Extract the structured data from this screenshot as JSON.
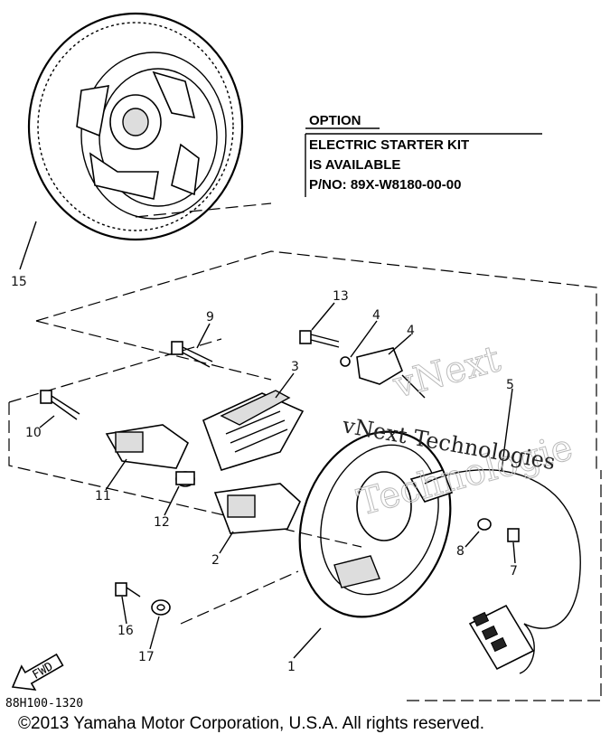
{
  "option_box": {
    "heading": "OPTION",
    "line1": "ELECTRIC STARTER KIT",
    "line2": "IS AVAILABLE",
    "line3": "P/NO: 89X-W8180-00-00"
  },
  "callouts": {
    "c15": "15",
    "c13": "13",
    "c9": "9",
    "c4a": "4",
    "c4b": "4",
    "c3": "3",
    "c5": "5",
    "c10": "10",
    "c11": "11",
    "c12": "12",
    "c2": "2",
    "c8": "8",
    "c7": "7",
    "c16": "16",
    "c17": "17",
    "c1": "1"
  },
  "fwd_label": "FWD",
  "diagram_code": "88H100-1320",
  "watermark": {
    "line": "vNext Technologies",
    "ghost_top": "vNext",
    "ghost_mid": "Technologie"
  },
  "copyright": "©2013 Yamaha Motor Corporation, U.S.A. All rights reserved."
}
